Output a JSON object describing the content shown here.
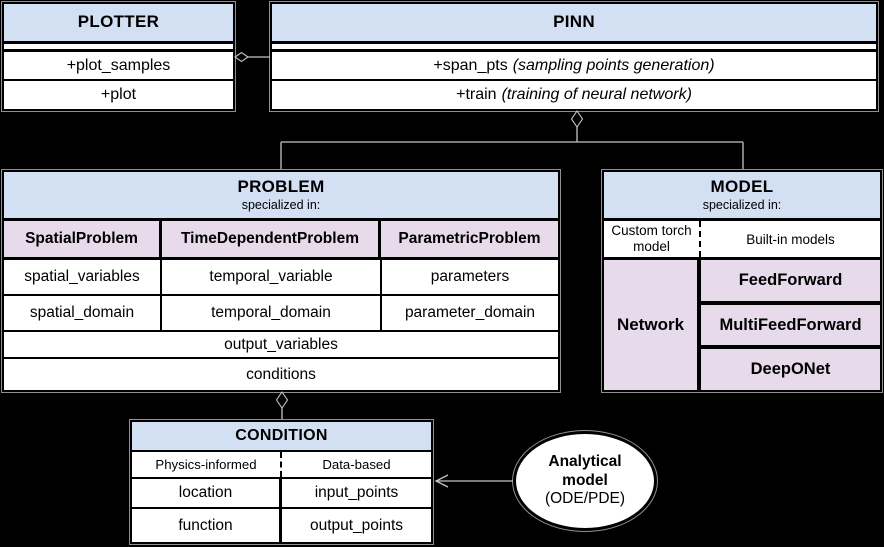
{
  "colors": {
    "background": "#000000",
    "header_blue": "#d3e0f3",
    "lavender": "#e7daeb",
    "cell_white": "#ffffff",
    "border_black": "#000000",
    "connector_gray": "#c4c4c4"
  },
  "plotter": {
    "title": "PLOTTER",
    "methods": [
      "+plot_samples",
      "+plot"
    ]
  },
  "pinn": {
    "title": "PINN",
    "methods": [
      {
        "name": "+span_pts",
        "note": "(sampling points generation)"
      },
      {
        "name": "+train",
        "note": "(training of neural network)"
      }
    ]
  },
  "problem": {
    "title": "PROBLEM",
    "subtitle": "specialized in:",
    "subclasses": [
      "SpatialProblem",
      "TimeDependentProblem",
      "ParametricProblem"
    ],
    "attribute_rows": [
      [
        "spatial_variables",
        "temporal_variable",
        "parameters"
      ],
      [
        "spatial_domain",
        "temporal_domain",
        "parameter_domain"
      ]
    ],
    "shared_attributes": [
      "output_variables",
      "conditions"
    ]
  },
  "model": {
    "title": "MODEL",
    "subtitle": "specialized in:",
    "left_header": "Custom torch model",
    "right_header": "Built-in models",
    "left_class": "Network",
    "right_classes": [
      "FeedForward",
      "MultiFeedForward",
      "DeepONet"
    ]
  },
  "condition": {
    "title": "CONDITION",
    "left_header": "Physics-informed",
    "right_header": "Data-based",
    "rows": [
      [
        "location",
        "input_points"
      ],
      [
        "function",
        "output_points"
      ]
    ]
  },
  "analytical_model": {
    "line1": "Analytical",
    "line2": "model",
    "line3": "(ODE/PDE)"
  }
}
